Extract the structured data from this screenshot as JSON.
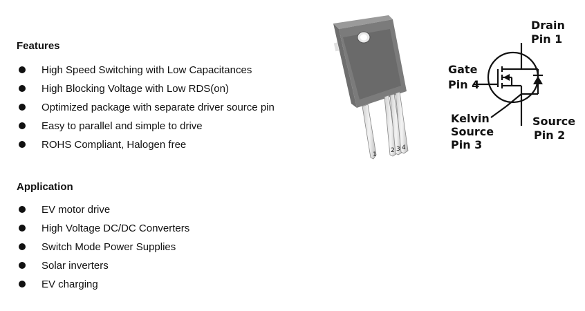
{
  "features": {
    "title": "Features",
    "items": [
      "High Speed Switching with Low Capacitances",
      "High Blocking Voltage with Low RDS(on)",
      "Optimized package with separate driver source pin",
      "Easy to parallel and simple to drive",
      "ROHS Compliant, Halogen free"
    ]
  },
  "application": {
    "title": "Application",
    "items": [
      "EV motor drive",
      "High Voltage DC/DC Converters",
      "Switch Mode Power Supplies",
      "Solar inverters",
      "EV charging"
    ]
  },
  "package": {
    "pin_numbers": [
      "1",
      "2",
      "3",
      "4"
    ]
  },
  "schematic": {
    "drain": "Drain",
    "drain_pin": "Pin 1",
    "gate": "Gate",
    "gate_pin": "Pin 4",
    "kelvin": "Kelvin",
    "kelvin_source": "Source",
    "kelvin_pin": "Pin 3",
    "source": "Source",
    "source_pin": "Pin 2"
  }
}
